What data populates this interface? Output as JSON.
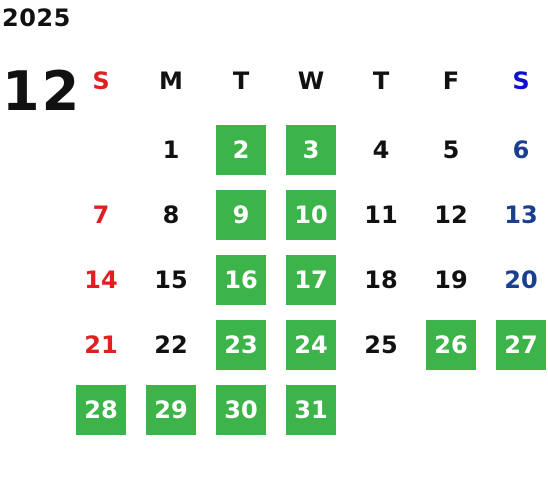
{
  "header": {
    "year": "2025",
    "month": "12"
  },
  "weekdays": [
    {
      "label": "S",
      "type": "sun"
    },
    {
      "label": "M",
      "type": "weekday"
    },
    {
      "label": "T",
      "type": "weekday"
    },
    {
      "label": "W",
      "type": "weekday"
    },
    {
      "label": "T",
      "type": "weekday"
    },
    {
      "label": "F",
      "type": "weekday"
    },
    {
      "label": "S",
      "type": "sat"
    }
  ],
  "weeks": [
    [
      null,
      {
        "day": "1",
        "highlighted": false
      },
      {
        "day": "2",
        "highlighted": true
      },
      {
        "day": "3",
        "highlighted": true
      },
      {
        "day": "4",
        "highlighted": false
      },
      {
        "day": "5",
        "highlighted": false
      },
      {
        "day": "6",
        "highlighted": false
      }
    ],
    [
      {
        "day": "7",
        "highlighted": false
      },
      {
        "day": "8",
        "highlighted": false
      },
      {
        "day": "9",
        "highlighted": true
      },
      {
        "day": "10",
        "highlighted": true
      },
      {
        "day": "11",
        "highlighted": false
      },
      {
        "day": "12",
        "highlighted": false
      },
      {
        "day": "13",
        "highlighted": false
      }
    ],
    [
      {
        "day": "14",
        "highlighted": false
      },
      {
        "day": "15",
        "highlighted": false
      },
      {
        "day": "16",
        "highlighted": true
      },
      {
        "day": "17",
        "highlighted": true
      },
      {
        "day": "18",
        "highlighted": false
      },
      {
        "day": "19",
        "highlighted": false
      },
      {
        "day": "20",
        "highlighted": false
      }
    ],
    [
      {
        "day": "21",
        "highlighted": false
      },
      {
        "day": "22",
        "highlighted": false
      },
      {
        "day": "23",
        "highlighted": true
      },
      {
        "day": "24",
        "highlighted": true
      },
      {
        "day": "25",
        "highlighted": false
      },
      {
        "day": "26",
        "highlighted": true
      },
      {
        "day": "27",
        "highlighted": true
      }
    ],
    [
      {
        "day": "28",
        "highlighted": true
      },
      {
        "day": "29",
        "highlighted": true
      },
      {
        "day": "30",
        "highlighted": true
      },
      {
        "day": "31",
        "highlighted": true
      },
      null,
      null,
      null
    ]
  ],
  "colors": {
    "highlight": "#3db44a",
    "sunday": "#e02020",
    "saturday": "#1a3f8f",
    "saturday_header": "#1010d0"
  }
}
